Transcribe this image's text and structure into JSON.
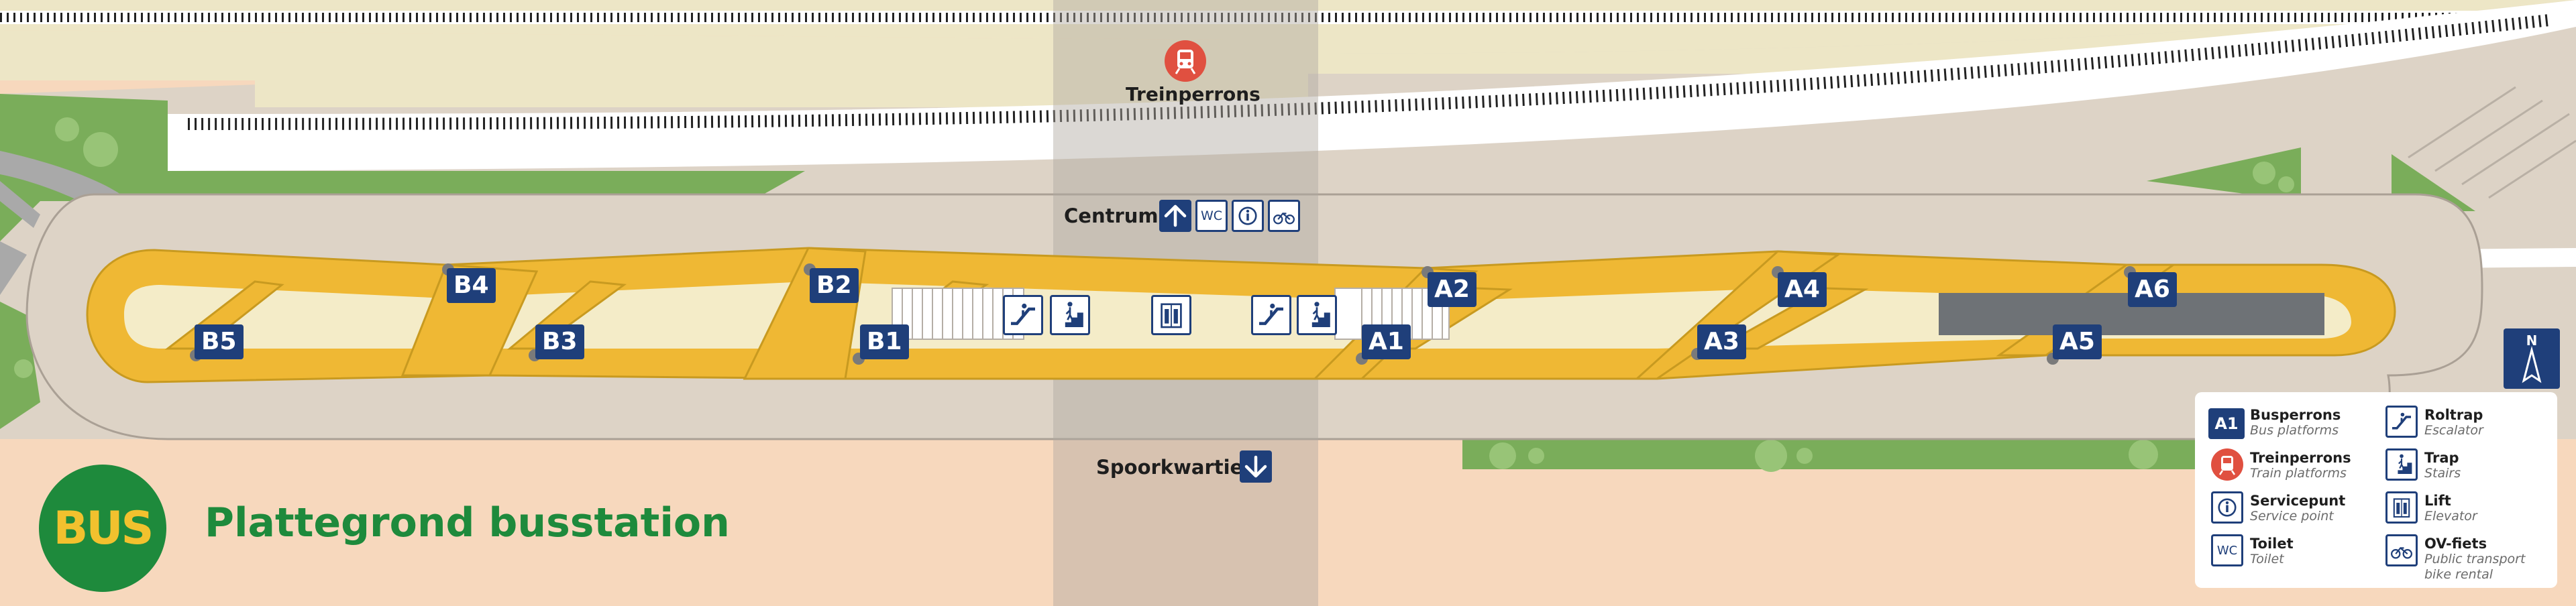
{
  "title": "Plattegrond busstation",
  "logo": {
    "text": "BUS",
    "colors": {
      "circle": "#1e8a3c",
      "letters": "#f2c12e"
    }
  },
  "train": {
    "label": "Treinperrons",
    "icon": "train-icon"
  },
  "centrum": {
    "label": "Centrum",
    "direction": "up-arrow",
    "facilities": [
      "WC",
      "service-point-icon",
      "bike-icon"
    ],
    "wc_text": "WC"
  },
  "spoorkwartier": {
    "label": "Spoorkwartier",
    "direction": "down-arrow"
  },
  "compass": {
    "label": "N"
  },
  "platforms": {
    "b5": "B5",
    "b4": "B4",
    "b3": "B3",
    "b2": "B2",
    "b1": "B1",
    "a1": "A1",
    "a2": "A2",
    "a3": "A3",
    "a4": "A4",
    "a5": "A5",
    "a6": "A6"
  },
  "legend": {
    "bus": {
      "title": "Busperrons",
      "subtitle": "Bus platforms",
      "badge": "A1"
    },
    "train": {
      "title": "Treinperrons",
      "subtitle": "Train platforms"
    },
    "service": {
      "title": "Servicepunt",
      "subtitle": "Service point"
    },
    "toilet": {
      "title": "Toilet",
      "subtitle": "Toilet",
      "badge": "WC"
    },
    "escalator": {
      "title": "Roltrap",
      "subtitle": "Escalator"
    },
    "stairs": {
      "title": "Trap",
      "subtitle": "Stairs"
    },
    "lift": {
      "title": "Lift",
      "subtitle": "Elevator"
    },
    "bike": {
      "title": "OV-fiets",
      "subtitle_line1": "Public transport",
      "subtitle_line2": "bike rental"
    }
  },
  "colors": {
    "platform_yellow": "#efb834",
    "platform_inner": "#f4ecc8",
    "road_gray": "#ddd3c6",
    "green": "#7aad5a",
    "navy": "#1f3f7a",
    "train_red": "#e05040",
    "title_green": "#1e8a3c",
    "background_peach": "#f7d8bd"
  }
}
